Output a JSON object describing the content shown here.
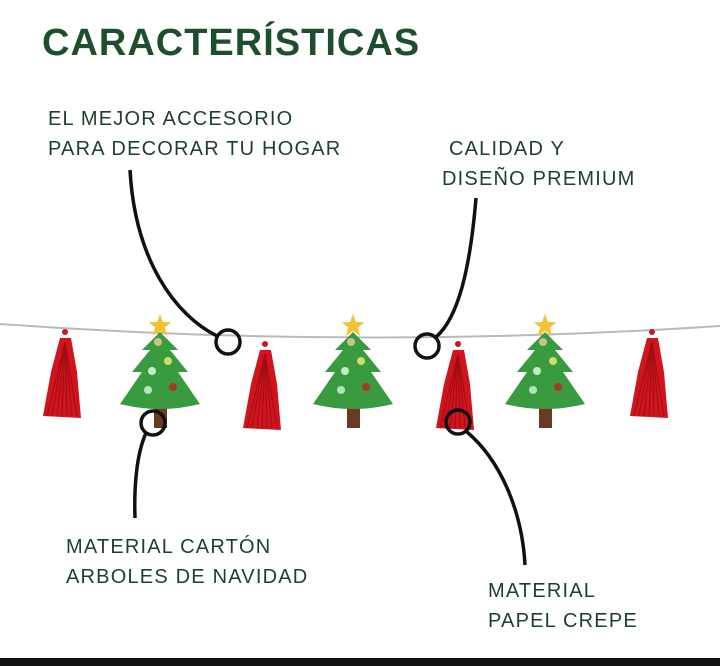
{
  "title": "CARACTERÍSTICAS",
  "callouts": [
    {
      "line1": "EL MEJOR ACCESORIO",
      "line2": "PARA DECORAR TU HOGAR"
    },
    {
      "line1": "CALIDAD Y",
      "line2": "DISEÑO PREMIUM"
    },
    {
      "line1": "MATERIAL CARTÓN",
      "line2": "ARBOLES DE NAVIDAD"
    },
    {
      "line1": "MATERIAL",
      "line2": "PAPEL CREPE"
    }
  ],
  "colors": {
    "title": "#1d4f2e",
    "tree": "#3a9a3f",
    "tassel": "#d0141e",
    "star": "#f2c233",
    "trunk": "#6b3a22"
  }
}
